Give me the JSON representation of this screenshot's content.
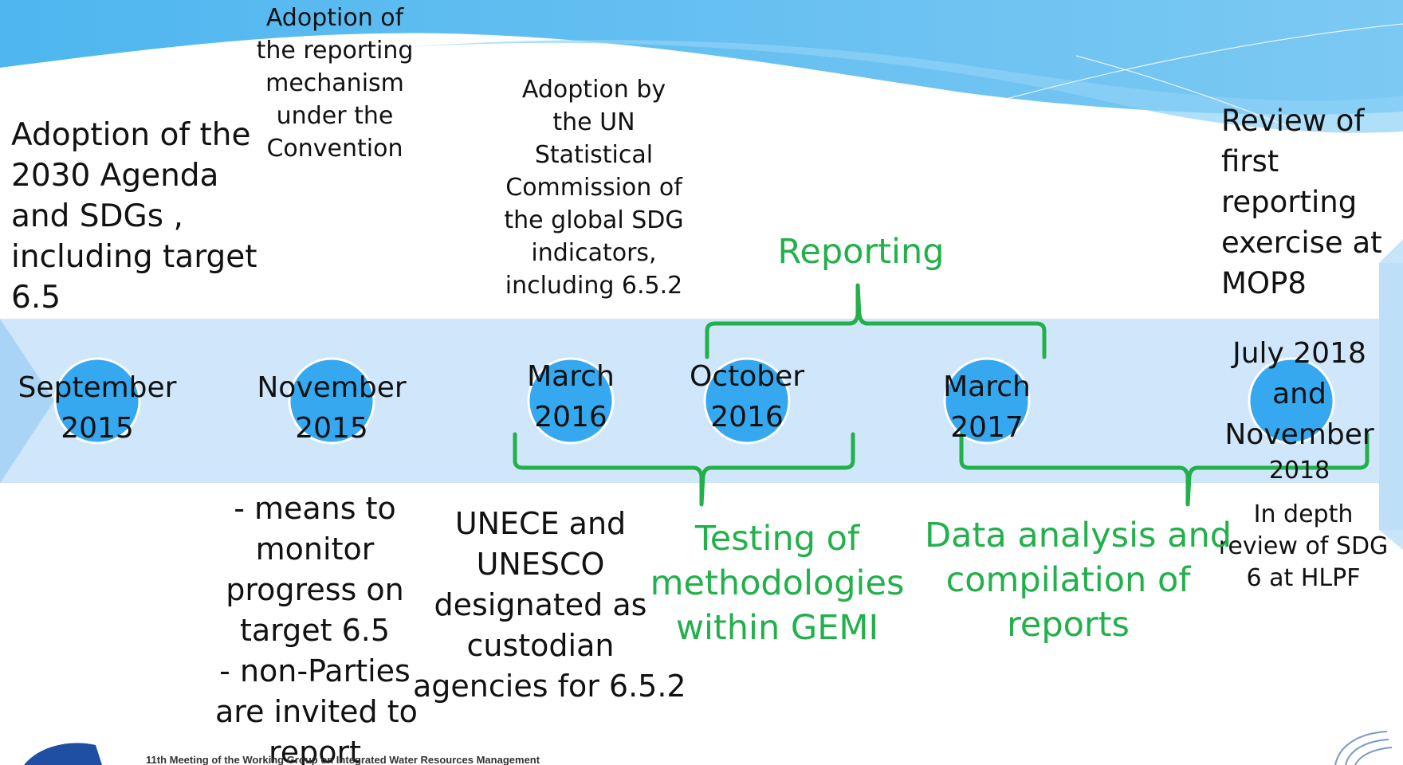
{
  "colors": {
    "banner": "#52b8f0",
    "band": "#cfe6fb",
    "circle": "#35a8ef",
    "bracket": "#22b04b",
    "accent_text": "#22b04b"
  },
  "events_above": {
    "sep2015": [
      "Adoption of the",
      "2030 Agenda",
      "and  SDGs ,",
      "including target",
      "6.5"
    ],
    "nov2015": [
      "Adoption of",
      "the reporting",
      "mechanism",
      "under the",
      "Convention"
    ],
    "mar2016": [
      "Adoption by",
      "the UN",
      "Statistical",
      "Commission of",
      "the global SDG",
      "indicators,",
      "including 6.5.2"
    ],
    "mop8": [
      "Review of",
      "first",
      "reporting",
      "exercise at",
      "MOP8"
    ]
  },
  "dates": {
    "sep2015": [
      "September",
      "2015"
    ],
    "nov2015": [
      "November",
      "2015"
    ],
    "mar2016": [
      "March",
      "2016"
    ],
    "oct2016": [
      "October",
      "2016"
    ],
    "mar2017": [
      "March",
      "2017"
    ],
    "jul2018": [
      "July 2018",
      "and",
      "November",
      "2018"
    ]
  },
  "events_below": {
    "nov2015": [
      "- means to",
      "monitor",
      "progress on",
      "target 6.5",
      "- non-Parties",
      "are invited to",
      "report"
    ],
    "mar2016": [
      "UNECE and",
      "UNESCO",
      "designated as",
      "custodian",
      "agencies for 6.5.2"
    ],
    "hlpf": [
      "In depth",
      "review of SDG",
      "6 at HLPF"
    ]
  },
  "phases": {
    "reporting": "Reporting",
    "testing": [
      "Testing of",
      "methodologies",
      "within GEMI"
    ],
    "analysis": [
      "Data analysis  and",
      "compilation of",
      "reports"
    ]
  },
  "footer": {
    "meeting": "11th Meeting of the Working Group on Integrated Water Resources Management"
  }
}
